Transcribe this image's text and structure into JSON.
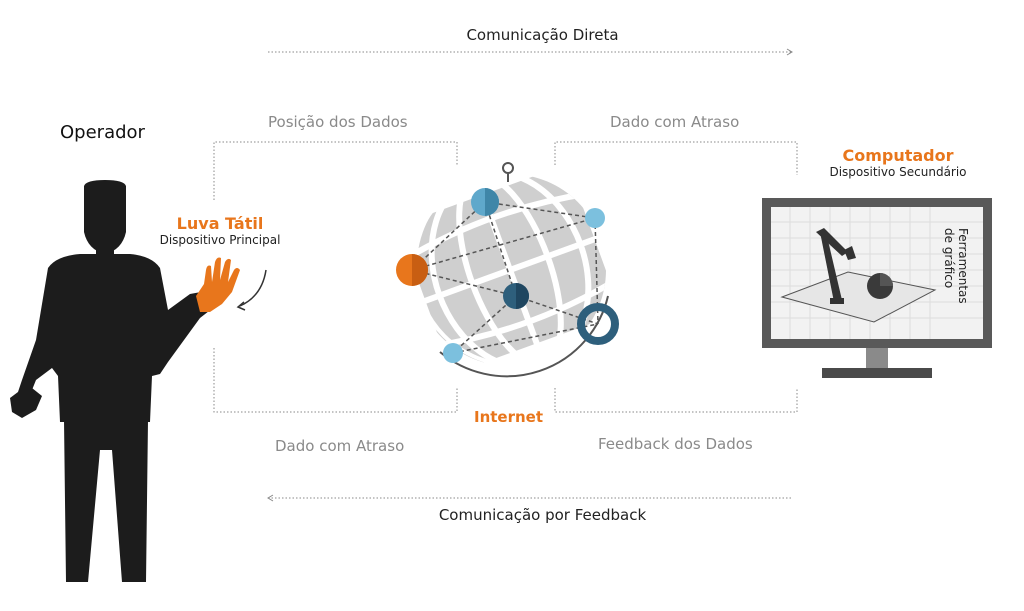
{
  "labels": {
    "direct": "Comunicação Direta",
    "feedback": "Comunicação por Feedback",
    "operator": "Operador",
    "position": "Posição dos Dados",
    "delayed_top": "Dado com Atraso",
    "delayed_bottom": "Dado com Atraso",
    "data_feedback": "Feedback dos Dados",
    "internet": "Internet"
  },
  "glove": {
    "title": "Luva Tátil",
    "subtitle": "Dispositivo Principal"
  },
  "computer": {
    "title": "Computador",
    "subtitle": "Dispositivo Secundário",
    "screen_label_line1": "Ferramentas",
    "screen_label_line2": "de gráfico"
  },
  "colors": {
    "orange": "#e8761c",
    "dark": "#1c1c1c",
    "grey": "#8a8a8a",
    "globe": "#cfcfcf",
    "node_light": "#5fa8cb",
    "node_dark": "#2e5f7c"
  }
}
